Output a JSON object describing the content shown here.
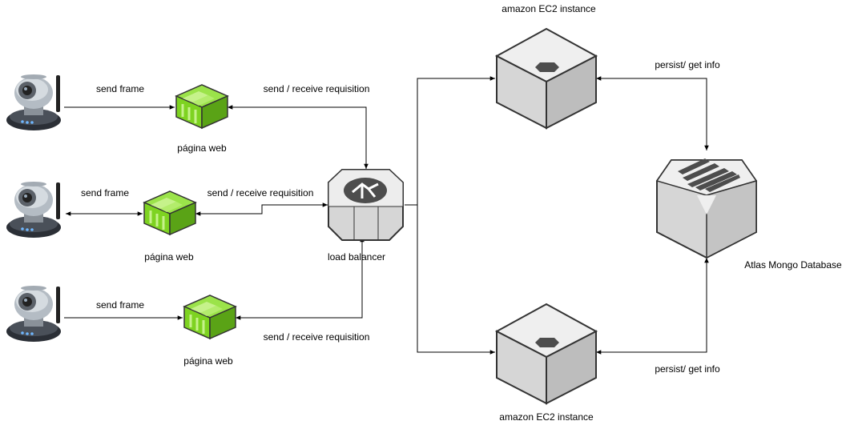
{
  "diagram": {
    "edges": {
      "cam1_web1": "send frame",
      "cam2_web2": "send frame",
      "cam3_web3": "send frame",
      "web1_lb": "send / receive requisition",
      "web2_lb": "send / receive requisition",
      "web3_lb": "send / receive requisition",
      "ec2a_db": "persist/ get info",
      "ec2b_db": "persist/ get info"
    },
    "nodes": {
      "web1": "página web",
      "web2": "página web",
      "web3": "página web",
      "lb": "load balancer",
      "ec2a": "amazon EC2 instance",
      "ec2b": "amazon EC2 instance",
      "db": "Atlas Mongo Database"
    }
  },
  "colors": {
    "web_green": "#7ed321",
    "web_green_dark": "#5aa316",
    "server_gray": "#d9d9d9",
    "server_gray_dark": "#b5b5b5",
    "outline": "#333333"
  },
  "icons": {
    "cameras": "ip-camera-icon",
    "webs": "web-package-icon",
    "lb": "load-balancer-octagon-icon",
    "ec2": "server-cube-icon",
    "db": "database-icon"
  }
}
